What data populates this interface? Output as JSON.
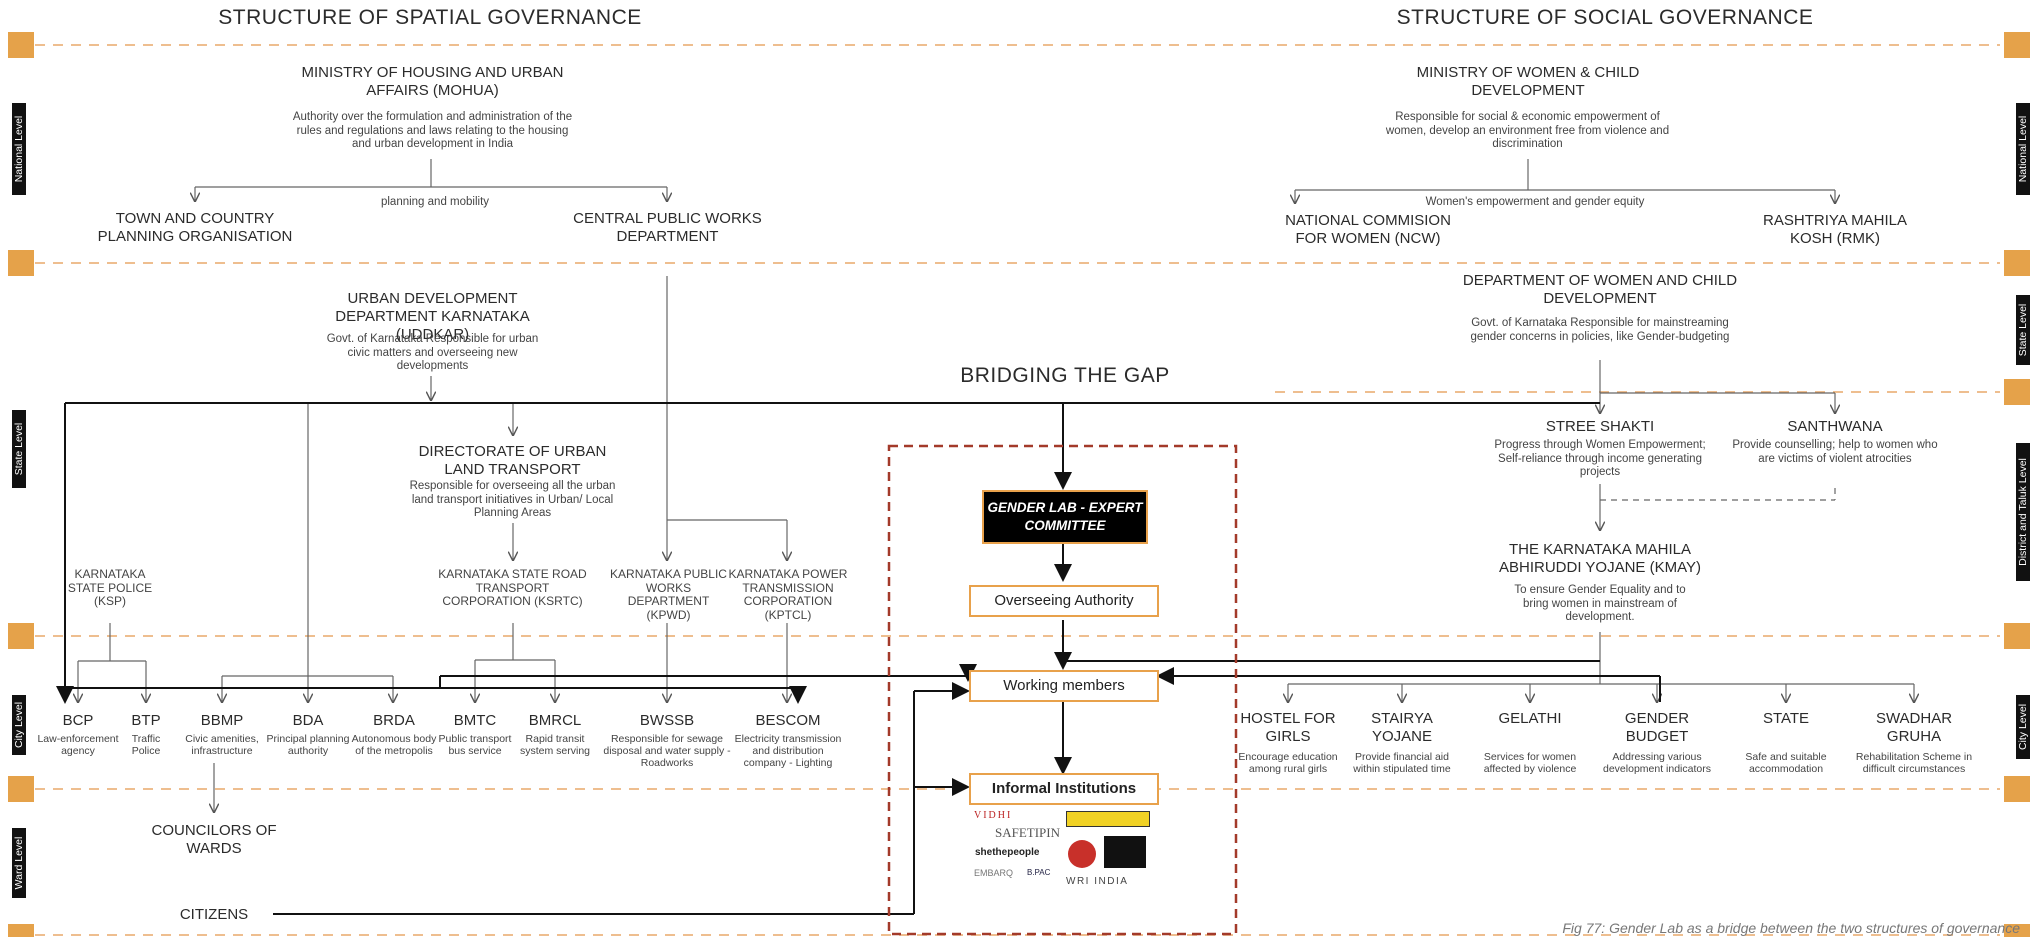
{
  "titles": {
    "spatial": "STRUCTURE OF SPATIAL GOVERNANCE",
    "social": "STRUCTURE OF SOCIAL GOVERNANCE",
    "bridge": "BRIDGING THE GAP"
  },
  "levels": {
    "national": "National Level",
    "state": "State Level",
    "city": "City Level",
    "ward": "Ward Level",
    "district": "District and Taluk Level"
  },
  "spatial": {
    "mohua": {
      "title": "MINISTRY OF HOUSING AND URBAN AFFAIRS (MoHUA)",
      "desc": "Authority over the formulation and administration of the rules and regulations and laws relating to the housing and urban development in India"
    },
    "planning_mobility": "planning and mobility",
    "tcpo": "TOWN AND COUNTRY PLANNING ORGANISATION",
    "cpwd": "CENTRAL PUBLIC WORKS DEPARTMENT",
    "uddkar": {
      "title": "URBAN DEVELOPMENT DEPARTMENT KARNATAKA (UDDKAR)",
      "desc": "Govt. of Karnataka Responsible for urban civic matters and overseeing new developments"
    },
    "dult": {
      "title": "DIRECTORATE OF URBAN LAND TRANSPORT",
      "desc": "Responsible for overseeing all the urban land transport initiatives in Urban/ Local Planning Areas"
    },
    "ksp": "KARNATAKA STATE POLICE (KSP)",
    "ksrtc": "KARNATAKA STATE ROAD TRANSPORT CORPORATION (KSRTC)",
    "kpwd": "KARNATAKA PUBLIC WORKS DEPARTMENT (KPWD)",
    "kptcl": "KARNATAKA POWER TRANSMISSION CORPORATION (KPTCL)",
    "city": [
      {
        "name": "BCP",
        "desc": "Law-enforcement agency"
      },
      {
        "name": "BTP",
        "desc": "Traffic Police"
      },
      {
        "name": "BBMP",
        "desc": "Civic amenities, infrastructure"
      },
      {
        "name": "BDA",
        "desc": "Principal planning authority"
      },
      {
        "name": "BRDA",
        "desc": "Autonomous body of the metropolis"
      },
      {
        "name": "BMTC",
        "desc": "Public transport bus service"
      },
      {
        "name": "BMRCL",
        "desc": "Rapid transit system serving"
      },
      {
        "name": "BWSSB",
        "desc": "Responsible for sewage disposal and water supply - Roadworks"
      },
      {
        "name": "BESCOM",
        "desc": "Electricity transmission and distribution company - Lighting"
      }
    ],
    "councilors": "COUNCILORS OF WARDS",
    "citizens": "CITIZENS"
  },
  "gender_lab": {
    "committee": "GENDER LAB - EXPERT COMMITTEE",
    "overseeing": "Overseeing Authority",
    "working": "Working members",
    "informal": "Informal Institutions",
    "logos": [
      "VIDHI",
      "SAFETIPIN",
      "shethepeople",
      "EMBARQ",
      "B.PAC",
      "WRI INDIA"
    ]
  },
  "social": {
    "mwcd": {
      "title": "MINISTRY OF WOMEN & CHILD DEVELOPMENT",
      "desc": "Responsible for social & economic empowerment of women, develop an environment free from violence and discrimination"
    },
    "empowerment": "Women's empowerment and gender equity",
    "ncw": "NATIONAL COMMISION FOR WOMEN (NCW)",
    "rmk": "RASHTRIYA MAHILA KOSH (RMK)",
    "dwcd": {
      "title": "DEPARTMENT OF WOMEN AND CHILD DEVELOPMENT",
      "desc": "Govt. of Karnataka Responsible for mainstreaming gender concerns in policies, like Gender-budgeting"
    },
    "stree_shakti": {
      "title": "STREE SHAKTI",
      "desc": "Progress through Women Empowerment; Self-reliance through income generating projects"
    },
    "santhwana": {
      "title": "SANTHWANA",
      "desc": "Provide counselling; help to women who are victims of violent atrocities"
    },
    "kmay": {
      "title": "THE KARNATAKA MAHILA ABHIRUDDI YOJANE (KMAY)",
      "desc": "To ensure Gender Equality and to bring women in mainstream of development."
    },
    "city": [
      {
        "name": "HOSTEL FOR GIRLS",
        "desc": "Encourage education among rural girls"
      },
      {
        "name": "STAIRYA YOJANE",
        "desc": "Provide financial aid within stipulated time"
      },
      {
        "name": "GELATHI",
        "desc": "Services for women affected by violence"
      },
      {
        "name": "GENDER BUDGET",
        "desc": "Addressing various development indicators"
      },
      {
        "name": "STATE",
        "desc": "Safe and suitable accommodation"
      },
      {
        "name": "SWADHAR GRUHA",
        "desc": "Rehabilitation Scheme in difficult circumstances"
      }
    ]
  },
  "caption": "Fig 77: Gender Lab as a bridge between the two structures of governance",
  "colors": {
    "accent": "#e5a24a",
    "dashed_line": "#e8a86a",
    "frame": "#a33a2a",
    "committee_bg": "#000000"
  }
}
